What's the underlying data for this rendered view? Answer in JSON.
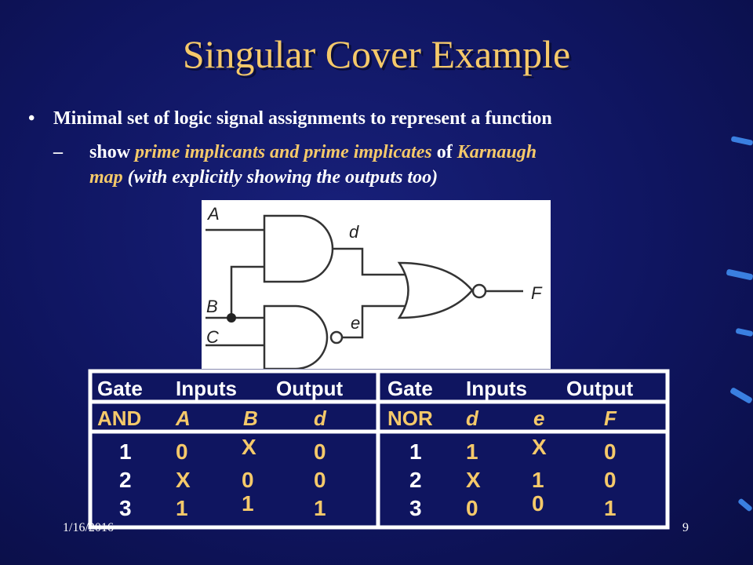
{
  "slide": {
    "title": "Singular Cover Example",
    "bullet1": "Minimal set of logic signal assignments to represent a function",
    "bullet2_dash": "–",
    "bullet2_a": "show ",
    "bullet2_b": "prime implicants and prime implicates",
    "bullet2_c": " of ",
    "bullet2_d": "Karnaugh",
    "bullet2_e": "map",
    "bullet2_f": " (with explicitly showing the outputs too)",
    "date": "1/16/2016",
    "page_number": "9"
  },
  "circuit": {
    "labels": {
      "A": "A",
      "B": "B",
      "C": "C",
      "d": "d",
      "e": "e",
      "F": "F"
    }
  },
  "table": {
    "left": {
      "headers": [
        "Gate",
        "Inputs",
        "Output"
      ],
      "subheaders": [
        "AND",
        "A",
        "B",
        "d"
      ],
      "rows": [
        [
          "1",
          "0",
          "X",
          "0"
        ],
        [
          "2",
          "X",
          "0",
          "0"
        ],
        [
          "3",
          "1",
          "1",
          "1"
        ]
      ]
    },
    "right": {
      "headers": [
        "Gate",
        "Inputs",
        "Output"
      ],
      "subheaders": [
        "NOR",
        "d",
        "e",
        "F"
      ],
      "rows": [
        [
          "1",
          "1",
          "X",
          "0"
        ],
        [
          "2",
          "X",
          "1",
          "0"
        ],
        [
          "3",
          "0",
          "0",
          "1"
        ]
      ]
    }
  },
  "colors": {
    "background": "#0f1560",
    "title": "#f5c96a",
    "accent": "#f5c96a",
    "text": "#ffffff"
  }
}
